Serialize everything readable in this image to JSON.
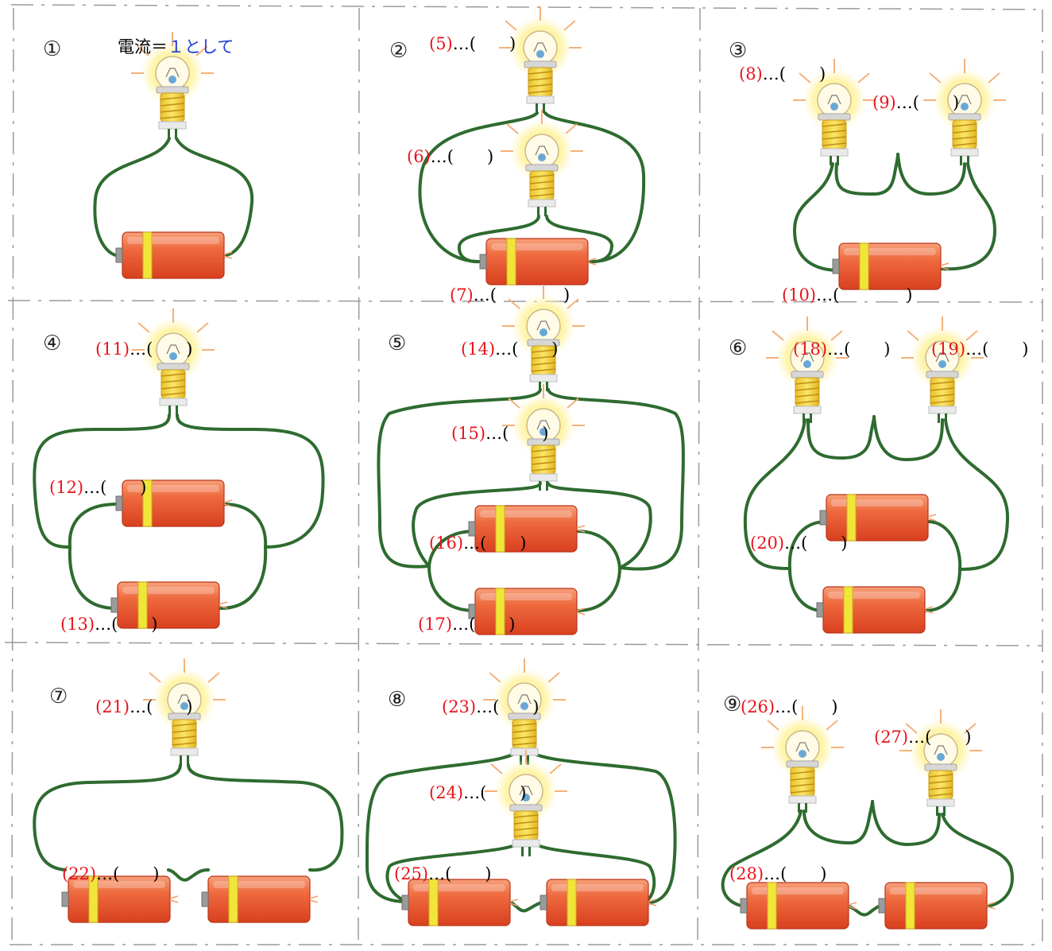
{
  "panels": [
    {
      "num": "①",
      "caption": {
        "prefix": "電流＝",
        "value": "１として"
      }
    },
    {
      "num": "②"
    },
    {
      "num": "③"
    },
    {
      "num": "④"
    },
    {
      "num": "⑤"
    },
    {
      "num": "⑥"
    },
    {
      "num": "⑦"
    },
    {
      "num": "⑧"
    },
    {
      "num": "⑨"
    }
  ],
  "blanks": [
    {
      "id": "(5)",
      "tail": "…(　　)"
    },
    {
      "id": "(6)",
      "tail": "…(　　)"
    },
    {
      "id": "(7)",
      "tail": "…(　　　　)"
    },
    {
      "id": "(8)",
      "tail": "…(　　)"
    },
    {
      "id": "(9)",
      "tail": "…(　　)"
    },
    {
      "id": "(10)",
      "tail": "…(　　　　)"
    },
    {
      "id": "(11)",
      "tail": "…(　　)"
    },
    {
      "id": "(12)",
      "tail": "…(　　)"
    },
    {
      "id": "(13)",
      "tail": "…(　　)"
    },
    {
      "id": "(14)",
      "tail": "…(　　)"
    },
    {
      "id": "(15)",
      "tail": "…(　　)"
    },
    {
      "id": "(16)",
      "tail": "…(　　)"
    },
    {
      "id": "(17)",
      "tail": "…(　　)"
    },
    {
      "id": "(18)",
      "tail": "…(　　)"
    },
    {
      "id": "(19)",
      "tail": "…(　　)"
    },
    {
      "id": "(20)",
      "tail": "…(　　)"
    },
    {
      "id": "(21)",
      "tail": "…(　　)"
    },
    {
      "id": "(22)",
      "tail": "…(　　)"
    },
    {
      "id": "(23)",
      "tail": "…(　　)"
    },
    {
      "id": "(24)",
      "tail": "…(　　)"
    },
    {
      "id": "(25)",
      "tail": "…(　　)"
    },
    {
      "id": "(26)",
      "tail": "…(　　)"
    },
    {
      "id": "(27)",
      "tail": "…(　　)"
    },
    {
      "id": "(28)",
      "tail": "…(　　)"
    }
  ],
  "colors": {
    "wire": "#2e6b2f",
    "battery": "#e4512a",
    "band": "#f2e53a",
    "glow": "#fff2a0",
    "label": "#e8141d",
    "caption_value": "#1f3cd6"
  },
  "icons": {
    "bulb": "light-bulb-icon",
    "battery": "battery-icon"
  }
}
